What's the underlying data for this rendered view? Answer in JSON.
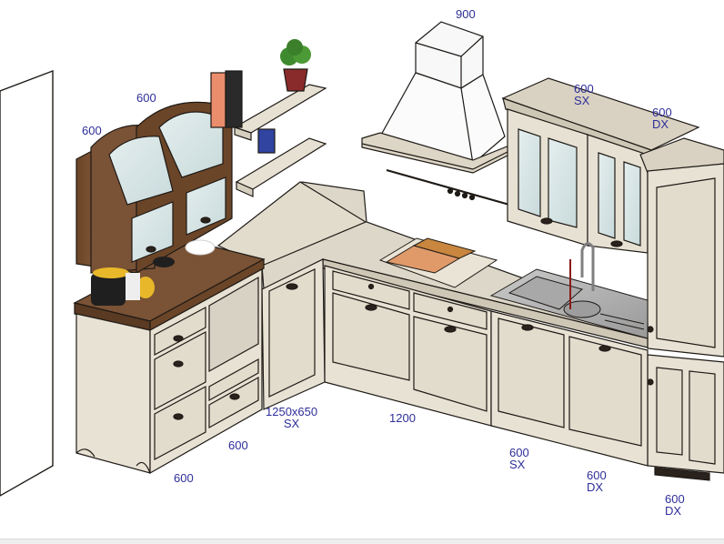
{
  "diagram": {
    "title": "Kitchen layout 3D view",
    "colors": {
      "label": "#2e2e9a",
      "cream": "#e6e0d2",
      "cream_dark": "#d6cfbf",
      "countertop": "#ddd7c9",
      "walnut": "#7a5235",
      "walnut_dark": "#5a3a22",
      "glass": "#d8e6e6",
      "outline": "#1e1a16",
      "sink": "#b8b8b8",
      "cutting_board_a": "#e09a6a",
      "cutting_board_b": "#c8863e"
    },
    "labels": {
      "hood": "900",
      "wall_cab_left_top": "600",
      "wall_cab_left_side": "600",
      "wall_cab_right_a_w": "600",
      "wall_cab_right_a_side": "SX",
      "wall_cab_right_b_w": "600",
      "wall_cab_right_b_side": "DX",
      "corner_w": "1250x650",
      "corner_side": "SX",
      "base_center": "1200",
      "base_left_depth": "600",
      "base_left_front": "600",
      "sink_base_w": "600",
      "sink_base_side": "SX",
      "base_right_w": "600",
      "base_right_side": "DX",
      "tall_w": "600",
      "tall_side": "DX"
    },
    "elements": [
      "wall-panel",
      "walnut-glass-wall-cabinets",
      "open-shelves",
      "chimney-hood",
      "cream-glass-wall-cabinets",
      "tall-pantry-cabinet",
      "walnut-countertop-peninsula",
      "corner-base-cabinet",
      "drawer-base-cabinet",
      "sink-base-cabinets",
      "stainless-sink",
      "cutting-board-insert"
    ]
  }
}
